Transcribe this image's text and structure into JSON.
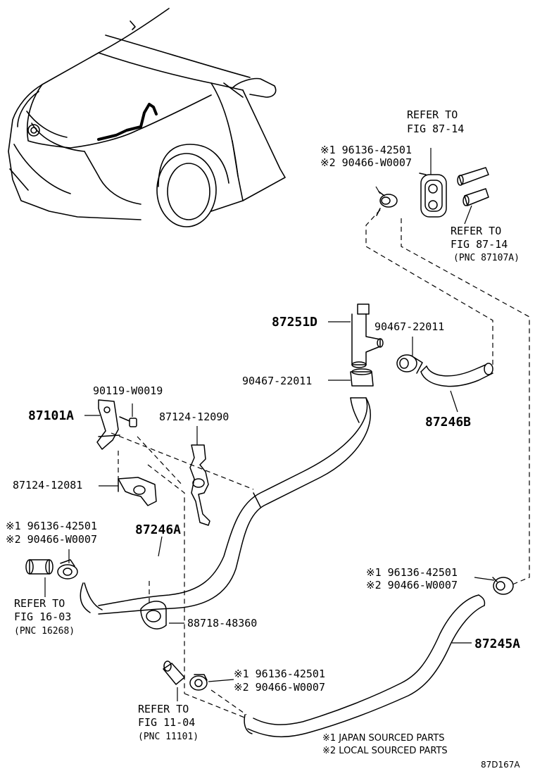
{
  "diagram_id": "87D167A",
  "labels": {
    "refer_top_1": "REFER TO",
    "refer_top_2": "FIG 87-14",
    "clamp_top_l1": "※1 96136-42501",
    "clamp_top_l2": "※2 90466-W0007",
    "refer_right_1": "REFER TO",
    "refer_right_2": "FIG 87-14",
    "refer_right_3": "(PNC 87107A)",
    "p87251d": "87251D",
    "p90467_a": "90467-22011",
    "p90467_b": "90467-22011",
    "p87246b": "87246B",
    "p90119": "90119-W0019",
    "p87101a": "87101A",
    "p87124_12090": "87124-12090",
    "p87124_12081": "87124-12081",
    "clamp_left_l1": "※1 96136-42501",
    "clamp_left_l2": "※2 90466-W0007",
    "p87246a": "87246A",
    "clamp_right_l1": "※1 96136-42501",
    "clamp_right_l2": "※2 90466-W0007",
    "refer_left_1": "REFER TO",
    "refer_left_2": "FIG 16-03",
    "refer_left_3": "(PNC 16268)",
    "p88718": "88718-48360",
    "p87245a": "87245A",
    "clamp_bottom_l1": "※1 96136-42501",
    "clamp_bottom_l2": "※2 90466-W0007",
    "refer_bottom_1": "REFER TO",
    "refer_bottom_2": "FIG 11-04",
    "refer_bottom_3": "(PNC 11101)",
    "legend_1": "※1 JAPAN SOURCED PARTS",
    "legend_2": "※2 LOCAL SOURCED PARTS"
  }
}
